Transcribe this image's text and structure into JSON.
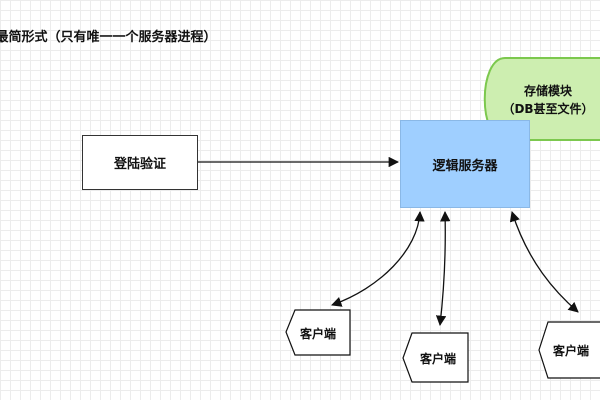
{
  "title": "最简形式（只有唯一一个服务器进程）",
  "nodes": {
    "login": "登陆验证",
    "logic_server": "逻辑服务器",
    "storage": {
      "line1": "存储模块",
      "line2": "（DB甚至文件）"
    },
    "clients": [
      "客户端",
      "客户端",
      "客户端"
    ]
  },
  "colors": {
    "server_fill": "#9fcfff",
    "storage_fill": "#cdeeb0",
    "storage_stroke": "#7cc84e"
  }
}
